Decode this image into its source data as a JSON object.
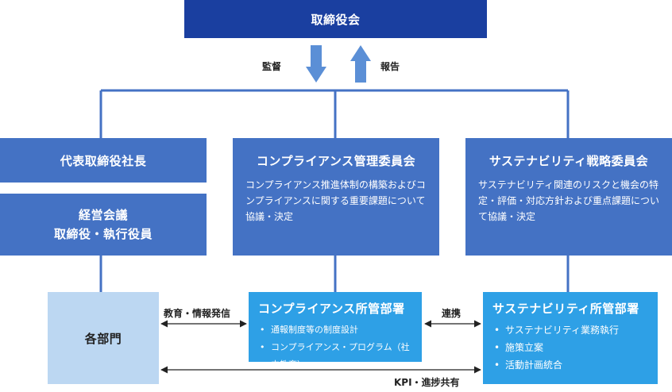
{
  "board": {
    "title": "取締役会"
  },
  "arrows": {
    "supervise": "監督",
    "report": "報告"
  },
  "president": {
    "title": "代表取締役社長"
  },
  "management": {
    "line1": "経営会議",
    "line2": "取締役・執行役員"
  },
  "compliance_committee": {
    "title": "コンプライアンス管理委員会",
    "description": "コンプライアンス推進体制の構築およびコンプライアンスに関する重要課題について協議・決定"
  },
  "sustainability_committee": {
    "title": "サステナビリティ戦略委員会",
    "description": "サステナビリティ関連のリスクと機会の特定・評価・対応方針および重点課題について協議・決定"
  },
  "departments": {
    "title": "各部門"
  },
  "compliance_dept": {
    "title": "コンプライアンス所管部署",
    "items": [
      "通報制度等の制度設計",
      "コンプライアンス・プログラム（社内教育）"
    ]
  },
  "sustainability_dept": {
    "title": "サステナビリティ所管部署",
    "items": [
      "サステナビリティ業務執行",
      "施策立案",
      "活動計画統合"
    ]
  },
  "connectors": {
    "education": "教育・情報発信",
    "cooperation": "連携",
    "kpi": "KPI・進捗共有"
  },
  "colors": {
    "navy": "#1a3fa0",
    "blue": "#4472c4",
    "sky": "#2ea0e6",
    "pale": "#bcd7f2",
    "line": "#4472c4",
    "arrow": "#5b8fd6"
  }
}
